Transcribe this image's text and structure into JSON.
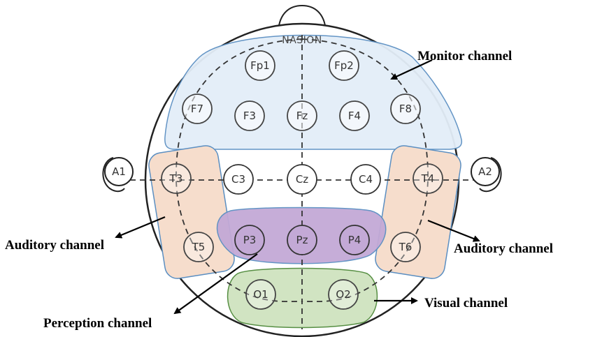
{
  "diagram": {
    "nasion_label": "NASION",
    "electrodes": {
      "fp1": "Fp1",
      "fp2": "Fp2",
      "f7": "F7",
      "f3": "F3",
      "fz": "Fz",
      "f4": "F4",
      "f8": "F8",
      "a1": "A1",
      "t3": "T3",
      "c3": "C3",
      "cz": "Cz",
      "c4": "C4",
      "t4": "T4",
      "a2": "A2",
      "t5": "T5",
      "p3": "P3",
      "pz": "Pz",
      "p4": "P4",
      "t6": "T6",
      "o1": "O1",
      "o2": "O2"
    },
    "labels": {
      "monitor": "Monitor channel",
      "auditory_left": "Auditory channel",
      "auditory_right": "Auditory channel",
      "perception": "Perception channel",
      "visual": "Visual channel"
    },
    "colors": {
      "monitor_fill": "#e3eef8",
      "monitor_stroke": "#5b8fc2",
      "auditory_fill": "#f6ddcc",
      "auditory_stroke": "#5b8fc2",
      "perception_fill": "#c3a9d6",
      "perception_stroke": "#5b8fc2",
      "visual_fill": "#cfe3bf",
      "visual_stroke": "#4f8a3a"
    }
  }
}
